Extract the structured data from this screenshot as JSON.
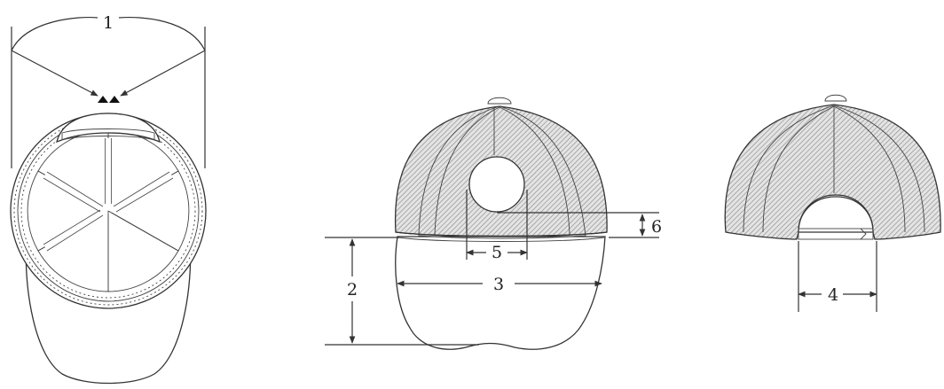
{
  "labels": {
    "m1": "1",
    "m2": "2",
    "m3": "3",
    "m4": "4",
    "m5": "5",
    "m6": "6"
  },
  "colors": {
    "panel_gray": "#b3b3b3",
    "mesh_bg": "#e4e4e4",
    "mesh_line": "#8a8a8a",
    "line": "#333333"
  }
}
